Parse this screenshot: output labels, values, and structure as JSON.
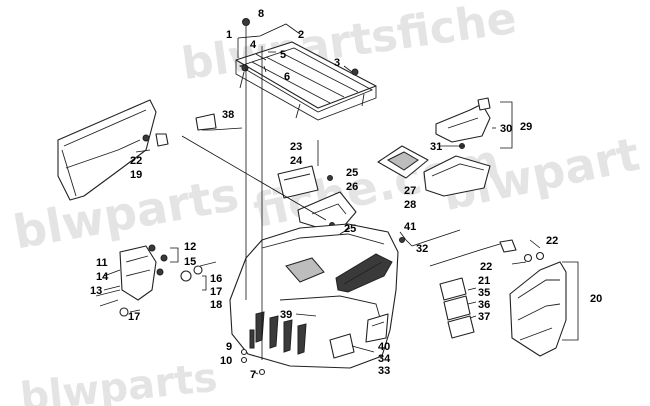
{
  "watermark": {
    "top": "blwpartsfiche",
    "middle": "blwparts",
    "center": "fiche.com",
    "lower": "blwpart",
    "bottom": "blwparts"
  },
  "callouts": {
    "c1": "1",
    "c2": "2",
    "c3": "3",
    "c4": "4",
    "c5": "5",
    "c6": "6",
    "c7": "7",
    "c8": "8",
    "c9": "9",
    "c10": "10",
    "c11": "11",
    "c12": "12",
    "c13": "13",
    "c14": "14",
    "c15": "15",
    "c16": "16",
    "c17a": "17",
    "c17b": "17",
    "c18": "18",
    "c19": "19",
    "c20": "20",
    "c21": "21",
    "c22a": "22",
    "c22b": "22",
    "c22c": "22",
    "c23": "23",
    "c24": "24",
    "c25a": "25",
    "c25b": "25",
    "c26": "26",
    "c27": "27",
    "c28": "28",
    "c29": "29",
    "c30": "30",
    "c31": "31",
    "c32": "32",
    "c33": "33",
    "c34": "34",
    "c35": "35",
    "c36": "36",
    "c37": "37",
    "c38": "38",
    "c39": "39",
    "c40": "40",
    "c41": "41"
  }
}
